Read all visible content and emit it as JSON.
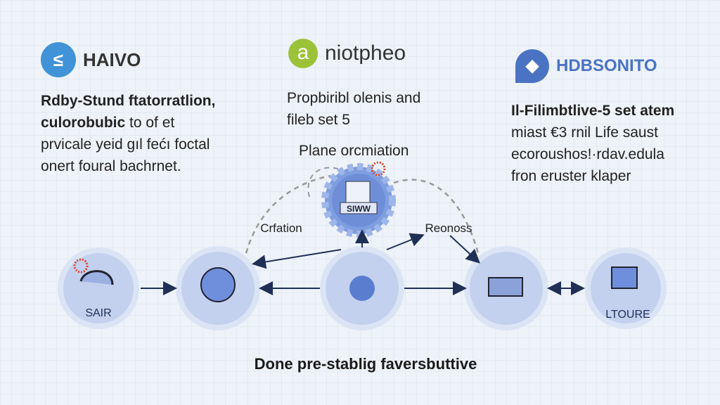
{
  "left": {
    "logo": "HAIVO",
    "lines": [
      "Rdby-Stund ftatorratlion,",
      "culorobubic",
      "to of et",
      "prvicale yeid gıl fećı foctal",
      "onert foural bachrnet."
    ]
  },
  "center": {
    "logo_mark": "a",
    "logo": "niotpheo",
    "lines": [
      "Propbiribl olenis and",
      "fileb set 5"
    ],
    "hub_label": "Plane orcmiation",
    "hub_badge": "SIWW"
  },
  "right": {
    "logo": "HDBSONITO",
    "lines": [
      "Il-Filimbtlive-5 set atem",
      "miast €3 rnil Life saust",
      "ecoroushos!·rdav.edula",
      "fron eruster klaper"
    ]
  },
  "flow": {
    "left_label": "Crfation",
    "right_label": "Reonoss",
    "nodes": [
      "SAIR",
      "",
      "",
      "",
      "LTOURE"
    ]
  },
  "footer": "Done pre-stablig faversbuttive",
  "colors": {
    "blue": "#4a7fd0",
    "circle": "#b8c9ea",
    "ring": "#dbe4f5"
  }
}
